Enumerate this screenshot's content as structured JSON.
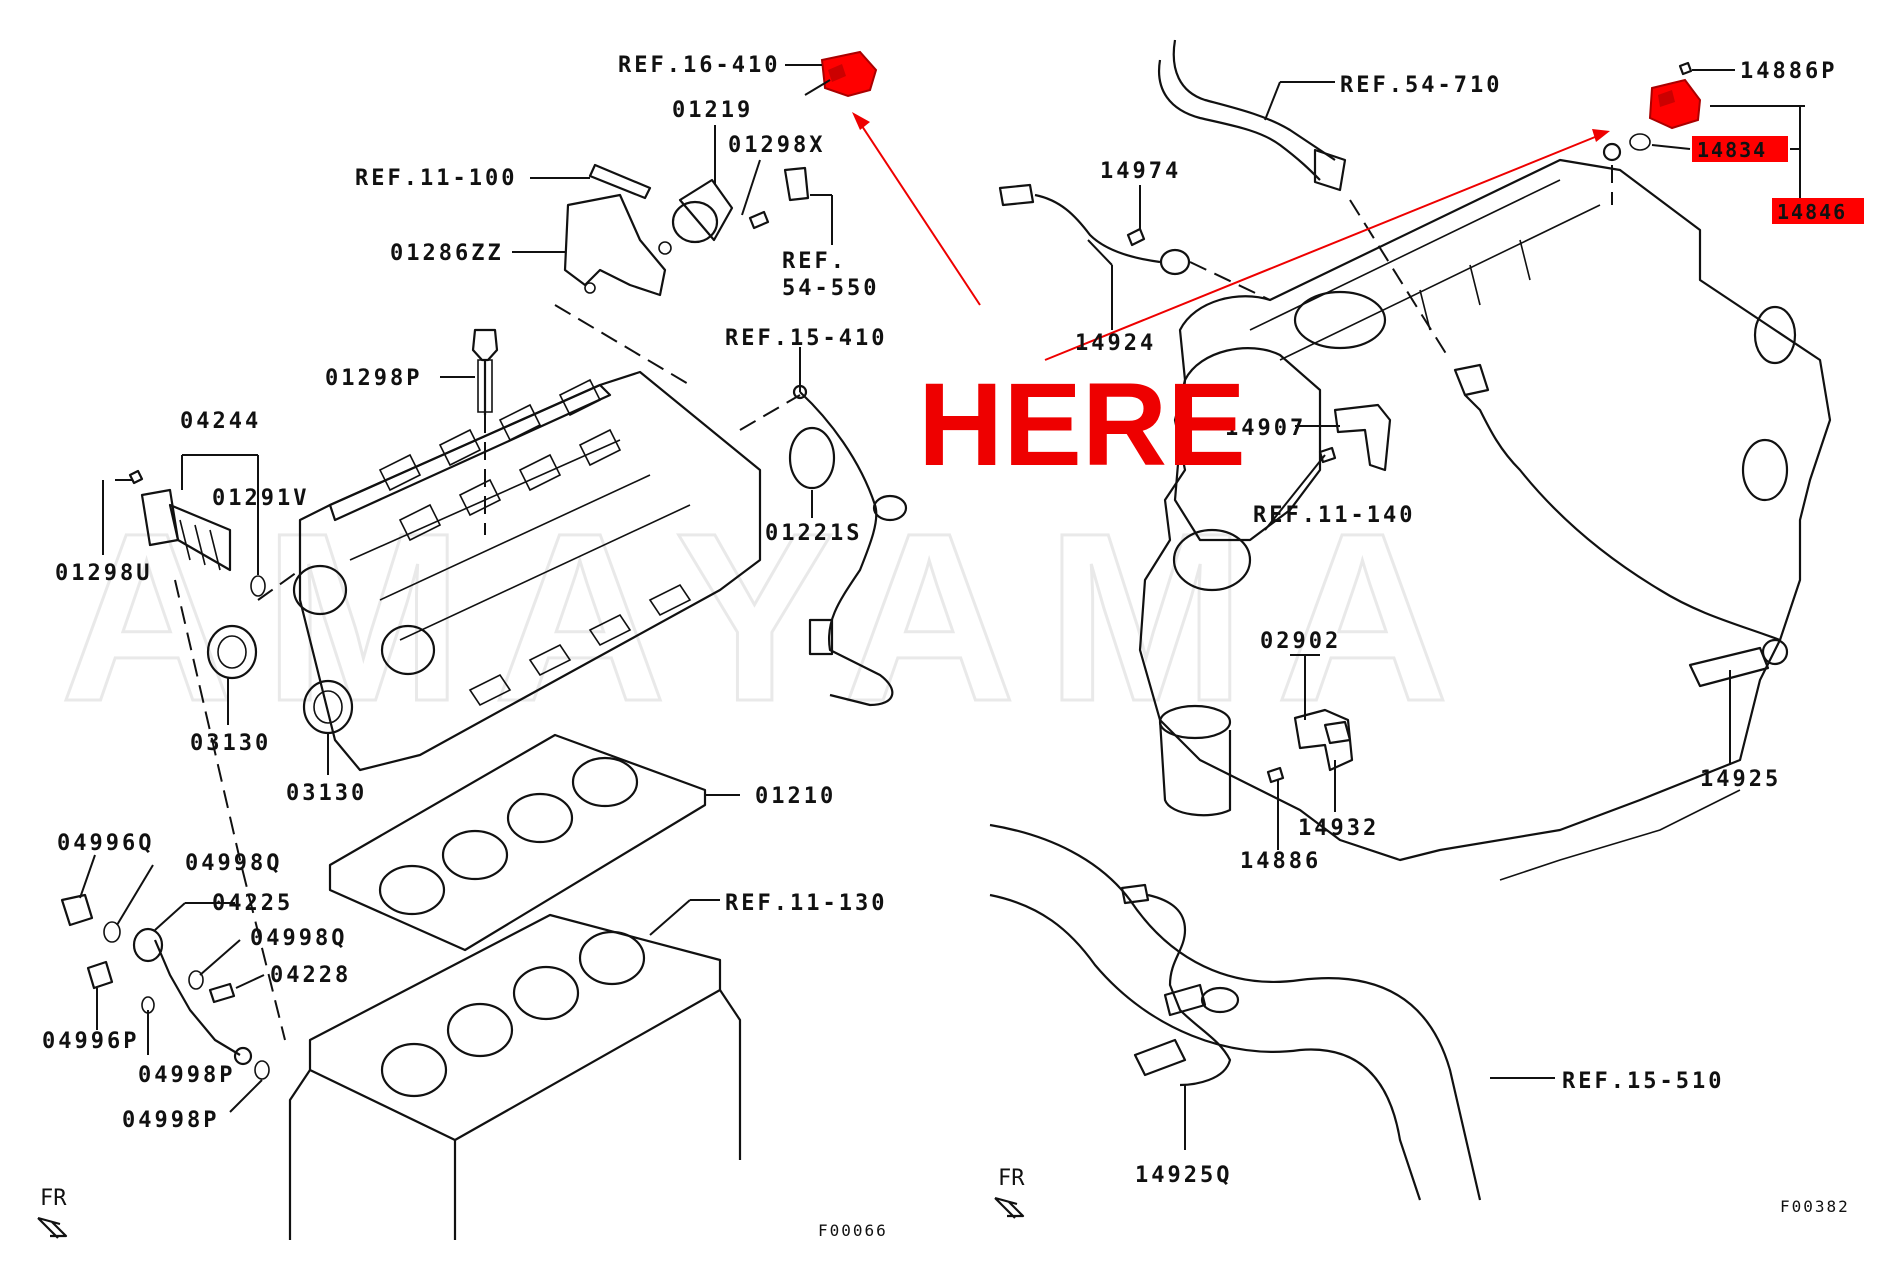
{
  "diagram": {
    "callout_text": "HERE",
    "watermark_text": "AMAYAMA",
    "accent_color": "#ee0000",
    "highlight_color": "#ff0000",
    "left_code": "F00066",
    "right_code": "F00382",
    "fr_label": "FR",
    "labels_left": {
      "ref16410": "REF.16-410",
      "p01219": "01219",
      "p01298x": "01298X",
      "ref11100": "REF.11-100",
      "p01286zz": "01286ZZ",
      "ref54550a": "REF.",
      "ref54550b": "54-550",
      "ref15410": "REF.15-410",
      "p01298p": "01298P",
      "p04244": "04244",
      "p01291v": "01291V",
      "p01298u": "01298U",
      "p01221s": "01221S",
      "p03130a": "03130",
      "p03130b": "03130",
      "p01210": "01210",
      "p04996q": "04996Q",
      "p04998q_a": "04998Q",
      "p04225": "04225",
      "p04998q_b": "04998Q",
      "p04228": "04228",
      "ref11130": "REF.11-130",
      "p04996p": "04996P",
      "p04998p_a": "04998P",
      "p04998p_b": "04998P"
    },
    "labels_right": {
      "ref54710": "REF.54-710",
      "p14886p": "14886P",
      "p14834": "14834",
      "p14846": "14846",
      "p14974": "14974",
      "p14924": "14924",
      "p14907": "14907",
      "ref11140": "REF.11-140",
      "p02902": "02902",
      "p14925": "14925",
      "p14932": "14932",
      "p14886": "14886",
      "ref15510": "REF.15-510",
      "p14925q": "14925Q"
    }
  }
}
